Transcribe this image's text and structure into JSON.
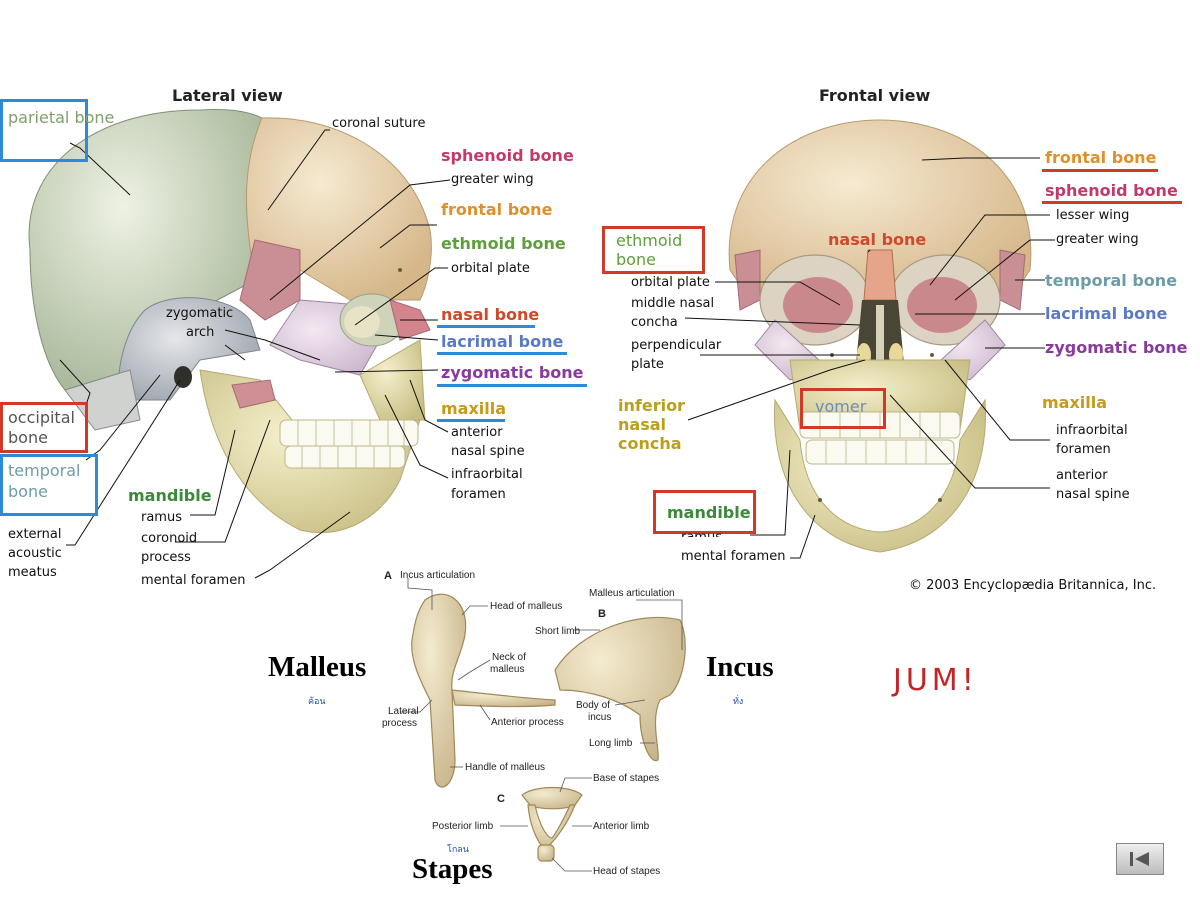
{
  "colors": {
    "red_box": "#d03a26",
    "blue_box": "#2c8ad8",
    "parietal": "#7f9f6d",
    "sphenoid": "#c23a6a",
    "frontal": "#e0902a",
    "ethmoid": "#5f9e3c",
    "nasal": "#d0492a",
    "lacrimal": "#5a7ac8",
    "zygomatic": "#8a3a9e",
    "maxilla": "#c79a1c",
    "temporal": "#6c9ca8",
    "occipital": "#555555",
    "mandible": "#3a8a3a",
    "vomer": "#6a8eb8",
    "inferior_concha": "#b8a01c",
    "scribble": "#c42424",
    "thai_note": "#1f4e9e"
  },
  "lateral": {
    "title": "Lateral view",
    "parietal": "parietal bone",
    "coronal": "coronal suture",
    "sphenoid": "sphenoid bone",
    "greater_wing": "greater wing",
    "frontal": "frontal bone",
    "ethmoid": "ethmoid bone",
    "orbital_plate": "orbital plate",
    "zygomatic_arch_1": "zygomatic",
    "zygomatic_arch_2": "arch",
    "nasal": "nasal bone",
    "lacrimal": "lacrimal bone",
    "zygomatic": "zygomatic bone",
    "maxilla": "maxilla",
    "ans_1": "anterior",
    "ans_2": "nasal spine",
    "infra_1": "infraorbital",
    "infra_2": "foramen",
    "occipital_1": "occipital",
    "occipital_2": "bone",
    "temporal_1": "temporal",
    "temporal_2": "bone",
    "mandible": "mandible",
    "ramus": "ramus",
    "coronoid_1": "coronoid",
    "coronoid_2": "process",
    "mental": "mental foramen",
    "eam_1": "external",
    "eam_2": "acoustic",
    "eam_3": "meatus"
  },
  "frontal": {
    "title": "Frontal view",
    "frontal": "frontal bone",
    "sphenoid": "sphenoid bone",
    "lesser_wing": "lesser wing",
    "greater_wing": "greater wing",
    "nasal": "nasal bone",
    "ethmoid_1": "ethmoid",
    "ethmoid_2": "bone",
    "orbital_plate": "orbital plate",
    "mnc_1": "middle nasal",
    "mnc_2": "concha",
    "pp_1": "perpendicular",
    "pp_2": "plate",
    "temporal": "temporal bone",
    "lacrimal": "lacrimal bone",
    "zygomatic": "zygomatic bone",
    "inc_1": "inferior",
    "inc_2": "nasal",
    "inc_3": "concha",
    "vomer": "vomer",
    "maxilla": "maxilla",
    "infra_1": "infraorbital",
    "infra_2": "foramen",
    "ans_1": "anterior",
    "ans_2": "nasal spine",
    "mandible": "mandible",
    "ramus": "ramus",
    "mental": "mental foramen",
    "copyright": "© 2003 Encyclopædia Britannica, Inc."
  },
  "ossicles": {
    "a_letter": "A",
    "incus_articulation": "Incus articulation",
    "head_malleus": "Head of malleus",
    "neck_1": "Neck of",
    "neck_2": "malleus",
    "lateral_1": "Lateral",
    "lateral_2": "process",
    "anterior_process": "Anterior process",
    "handle": "Handle of malleus",
    "malleus_articulation": "Malleus articulation",
    "b_letter": "B",
    "short_limb": "Short limb",
    "body_1": "Body of",
    "body_2": "incus",
    "long_limb": "Long limb",
    "c_letter": "C",
    "base_stapes": "Base of stapes",
    "posterior_limb": "Posterior limb",
    "anterior_limb": "Anterior limb",
    "head_stapes": "Head of stapes",
    "malleus": "Malleus",
    "incus": "Incus",
    "stapes": "Stapes",
    "malleus_thai": "ค้อน",
    "incus_thai": "ทั่ง",
    "stapes_thai": "โกลน"
  },
  "handwriting": "JUM!",
  "nav_icon": "skip-to-start-icon"
}
